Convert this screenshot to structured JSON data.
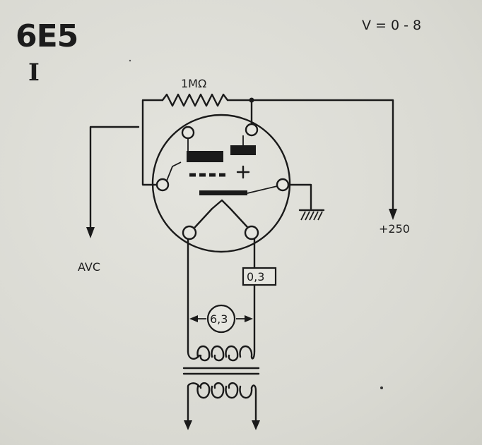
{
  "tube": {
    "type": "6E5",
    "numeral": "I"
  },
  "range_label": "V = 0 - 8",
  "resistor_label": "1MΩ",
  "supply_label": "+250",
  "avc_label": "AVC",
  "heater_current_label": "0,3",
  "heater_voltage_label": "6,3",
  "icons": {
    "resistor": "resistor-zigzag-icon",
    "ground": "ground-symbol-icon",
    "transformer": "transformer-icon",
    "arrow": "arrow-down-icon"
  }
}
